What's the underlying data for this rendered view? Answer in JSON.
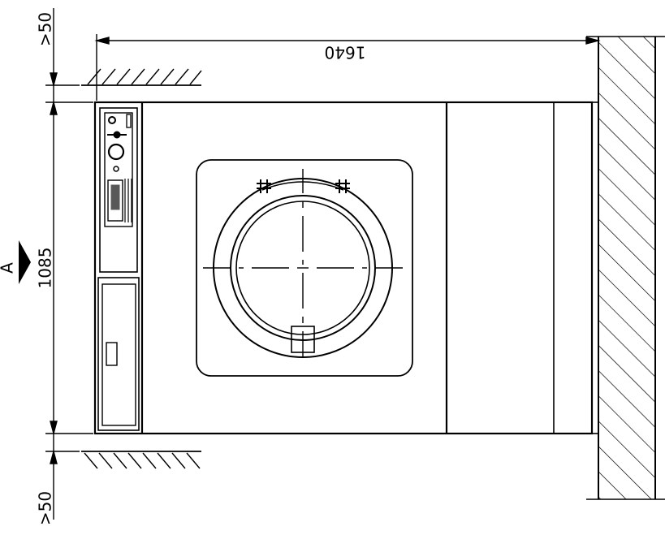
{
  "drawing": {
    "dimensions": {
      "width_label": "1640",
      "height_label": "1085",
      "top_clearance_label": ">50",
      "bottom_clearance_label": ">50",
      "side_marker_label": "A"
    }
  }
}
